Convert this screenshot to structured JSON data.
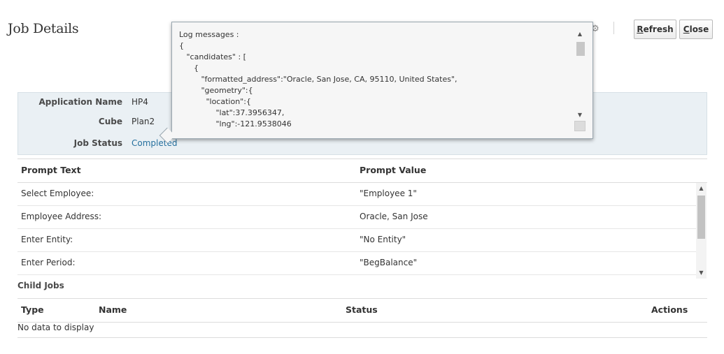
{
  "page": {
    "title": "Job Details"
  },
  "toolbar": {
    "refresh_label": "Refresh",
    "refresh_mnemonic": "R",
    "refresh_rest": "efresh",
    "close_label": "Close",
    "close_mnemonic": "C",
    "close_rest": "lose",
    "icon": "settings-gear-icon"
  },
  "details": {
    "application_name_label": "Application Name",
    "application_name_value": "HP4",
    "cube_label": "Cube",
    "cube_value": "Plan2",
    "job_status_label": "Job Status",
    "job_status_value": "Completed"
  },
  "prompts": {
    "headers": {
      "text": "Prompt Text",
      "value": "Prompt Value"
    },
    "rows": [
      {
        "text": "Select Employee:",
        "value": "\"Employee 1\""
      },
      {
        "text": "Employee Address:",
        "value": "Oracle, San Jose"
      },
      {
        "text": "Enter Entity:",
        "value": "\"No Entity\""
      },
      {
        "text": "Enter Period:",
        "value": "\"BegBalance\""
      }
    ]
  },
  "child_jobs": {
    "title": "Child Jobs",
    "headers": {
      "type": "Type",
      "name": "Name",
      "status": "Status",
      "actions": "Actions"
    },
    "empty_text": "No data to display"
  },
  "log_popup": {
    "lines": [
      "Log messages :",
      "{",
      "   \"candidates\" : [",
      "      {",
      "         \"formatted_address\":\"Oracle, San Jose, CA, 95110, United States\",",
      "         \"geometry\":{",
      "           \"location\":{",
      "               \"lat\":37.3956347,",
      "               \"lng\":-121.9538046"
    ]
  }
}
